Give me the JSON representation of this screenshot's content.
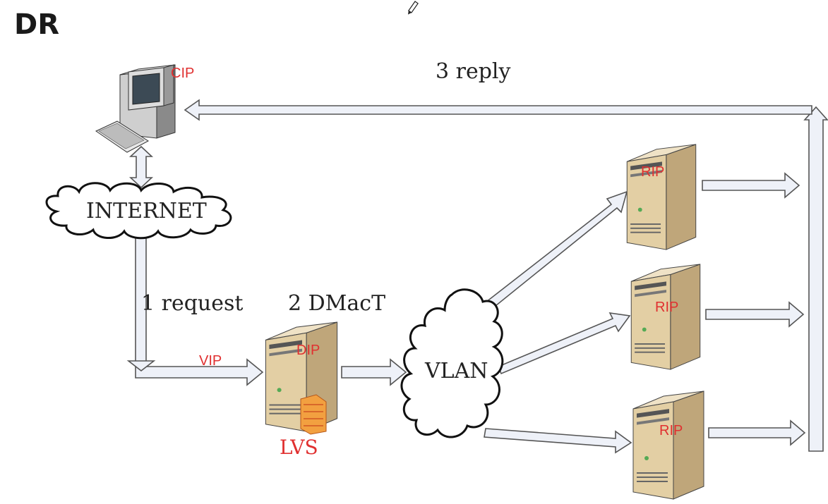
{
  "title": "DR",
  "labels": {
    "cip": "CIP",
    "reply": "3 reply",
    "internet": "INTERNET",
    "request": "1 request",
    "dmac": "2 DMacT",
    "vip": "VIP",
    "dip": "DIP",
    "lvs": "LVS",
    "vlan": "VLAN",
    "rip1": "RIP",
    "rip2": "RIP",
    "rip3": "RIP"
  },
  "colors": {
    "annotation": "#e03030",
    "arrow_fill": "#eef1f8",
    "server_body": "#e3cfa4"
  },
  "icons": [
    "pencil-icon",
    "computer-icon",
    "server-icon",
    "firewall-icon",
    "cloud-icon"
  ]
}
